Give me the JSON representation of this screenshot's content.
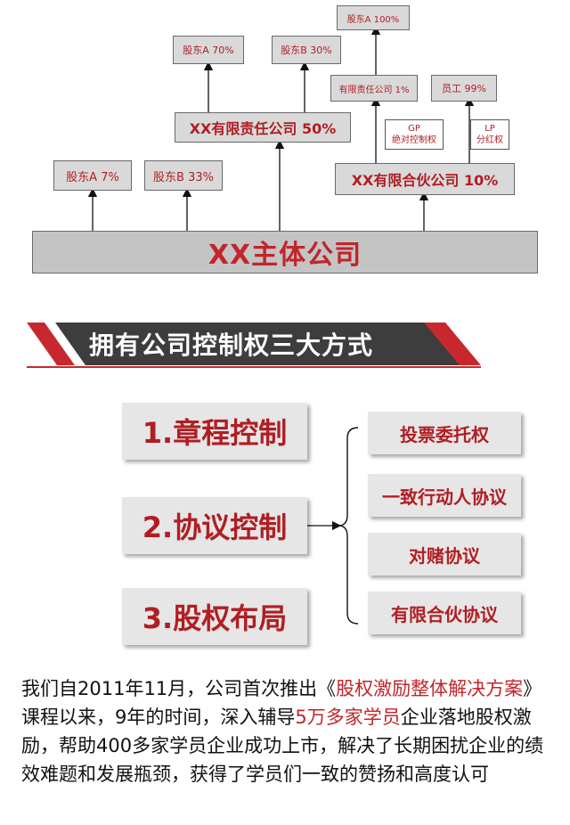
{
  "org_chart": {
    "main_company": "XX主体公司",
    "shareholder_a": "股东A  7%",
    "shareholder_b": "股东B  33%",
    "llc": "XX有限责任公司  50%",
    "llc_shareholder_a": "股东A  70%",
    "llc_shareholder_b": "股东B  30%",
    "partnership": "XX有限合伙公司  10%",
    "gp_company": "有限责任公司  1%",
    "gp_owner": "股东A 100%",
    "employees": "员工  99%",
    "gp_label_1": "GP",
    "gp_label_2": "绝对控制权",
    "lp_label_1": "LP",
    "lp_label_2": "分红权"
  },
  "section": {
    "title": "拥有公司控制权三大方式",
    "methods": [
      "1.章程控制",
      "2.协议控制",
      "3.股权布局"
    ],
    "sub_items": [
      "投票委托权",
      "一致行动人协议",
      "对赌协议",
      "有限合伙协议"
    ]
  },
  "paragraph": {
    "part1": "我们自2011年11月，公司首次推出《",
    "highlight1": "股权激励整体解决方案",
    "part2": "》课程以来，9年的时间，深入辅导",
    "highlight2": "5万多家学员",
    "part3": "企业落地股权激励，帮助400多家学员企业成功上市，解决了长期困扰企业的绩效难题和发展瓶颈，获得了学员们一致的赞扬和高度认可"
  },
  "colors": {
    "accent_red": "#b01e23",
    "box_gray": "#d9d9d9",
    "banner_dark": "#3d3d3d"
  }
}
